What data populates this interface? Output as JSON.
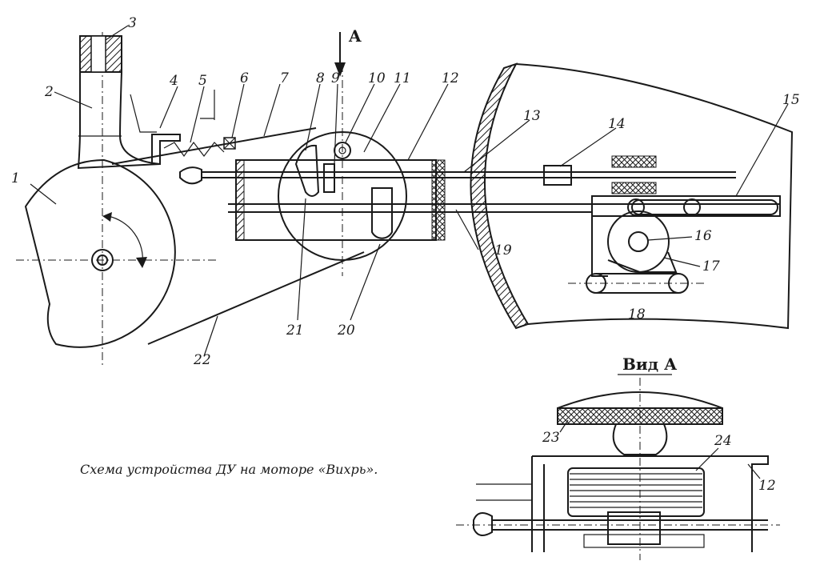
{
  "caption": "Схема устройства ДУ на моторе «Вихрь».",
  "view_arrow_label": "A",
  "view_title": "Вид А",
  "part_labels": [
    "1",
    "2",
    "3",
    "4",
    "5",
    "6",
    "7",
    "8",
    "9",
    "10",
    "11",
    "12",
    "13",
    "14",
    "15",
    "16",
    "17",
    "18",
    "19",
    "20",
    "21",
    "22",
    "23",
    "24"
  ],
  "view_part_labels": {
    "p23": "23",
    "p24": "24",
    "p12": "12"
  },
  "colors": {
    "ink": "#1a1a1a",
    "paper": "#ffffff"
  }
}
